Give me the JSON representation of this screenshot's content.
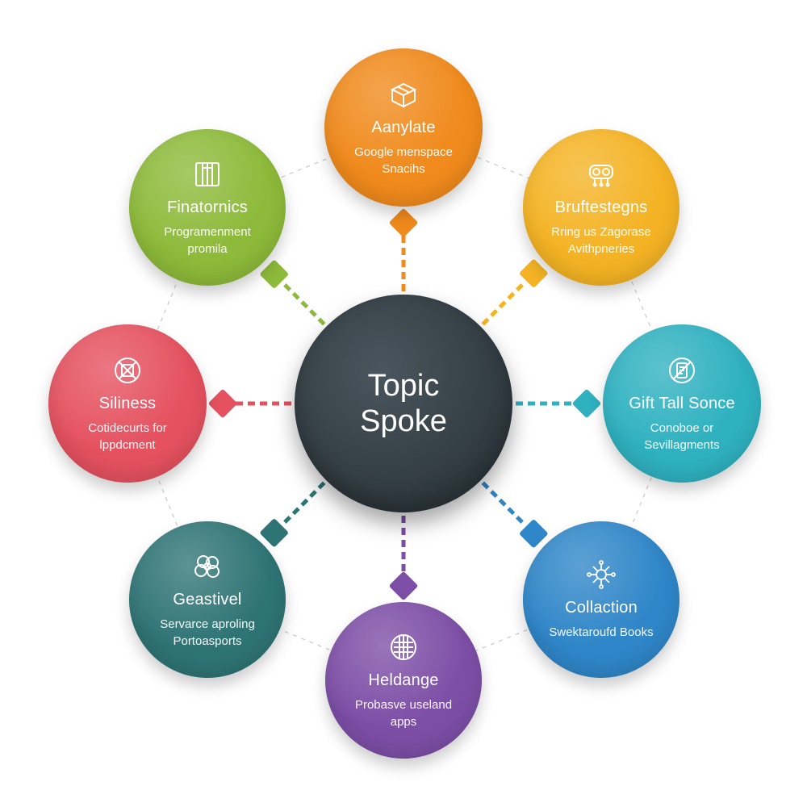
{
  "hub": {
    "title": "Topic Spoke",
    "color": "#343f45"
  },
  "spokes": [
    {
      "id": "top",
      "title": "Aanylate",
      "desc": "Google menspace Snacihs",
      "color": "#f08a1c",
      "icon": "box-icon"
    },
    {
      "id": "top-right",
      "title": "Bruftestegns",
      "desc": "Rring us Zagorase Avithpneries",
      "color": "#f4b324",
      "icon": "robot-icon"
    },
    {
      "id": "right",
      "title": "Gift Tall Sonce",
      "desc": "Conoboe or Sevillagments",
      "color": "#2fb1c0",
      "icon": "clipboard-icon"
    },
    {
      "id": "bottom-right",
      "title": "Collaction",
      "desc": "Swektaroufd Books",
      "color": "#2f86c8",
      "icon": "network-icon"
    },
    {
      "id": "bottom",
      "title": "Heldange",
      "desc": "Probasve useland apps",
      "color": "#7d4ea6",
      "icon": "grid-icon"
    },
    {
      "id": "bottom-left",
      "title": "Geastivel",
      "desc": "Servarce aproling Portoasports",
      "color": "#2f7475",
      "icon": "cloud-icon"
    },
    {
      "id": "left",
      "title": "Siliness",
      "desc": "Cotidecurts for lppdcment",
      "color": "#e5515f",
      "icon": "compass-icon"
    },
    {
      "id": "top-left",
      "title": "Finatornics",
      "desc": "Programenment promila",
      "color": "#8dba3a",
      "icon": "columns-icon"
    }
  ]
}
